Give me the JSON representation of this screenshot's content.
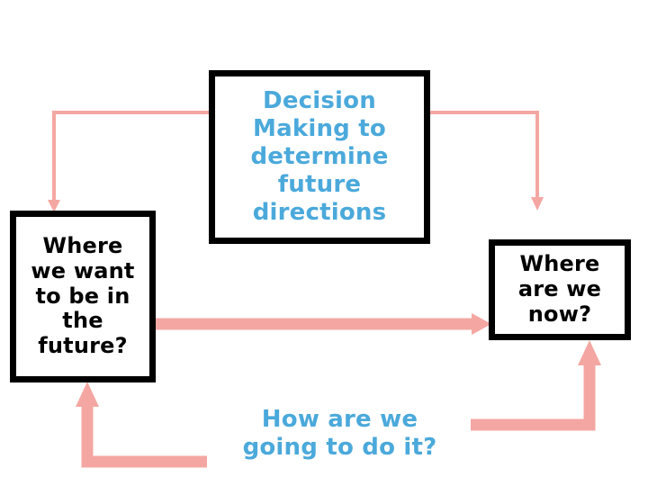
{
  "diagram": {
    "title": "Strategic planning cycle flow diagram",
    "background_color": "#ffffff",
    "arrow_color": "#F4A7A2",
    "colors": {
      "black_border": "#000000",
      "green_border": "#67F172",
      "blue_text": "#4BA9DB",
      "black_text": "#000000",
      "arrow": "#F4A7A2"
    },
    "nodes": [
      {
        "id": "decision",
        "label": "Decision\nMaking  to\ndetermine\nfuture\ndirections",
        "text_color": "#4BA9DB",
        "border_color": "#000000"
      },
      {
        "id": "future",
        "label": "Where\nwe want\nto be in\nthe\nfuture?",
        "text_color": "#000000",
        "border_color": "#000000"
      },
      {
        "id": "now",
        "label": "Where\nare we\nnow?",
        "text_color": "#000000",
        "border_color": "#000000"
      },
      {
        "id": "how",
        "label": "How  are we\ngoing to do it?",
        "text_color": "#4BA9DB",
        "border_color": "#67F172"
      }
    ],
    "connectors": [
      {
        "id": "decision-to-future",
        "from": "decision",
        "to": "future",
        "style": "elbow-thin"
      },
      {
        "id": "decision-to-now",
        "from": "decision",
        "to": "now",
        "style": "elbow-thin"
      },
      {
        "id": "future-to-now",
        "from": "future",
        "to": "now",
        "style": "straight-thick"
      },
      {
        "id": "how-to-future",
        "from": "how",
        "to": "future",
        "style": "elbow-thick"
      },
      {
        "id": "how-to-now",
        "from": "how",
        "to": "now",
        "style": "elbow-thick"
      }
    ]
  }
}
